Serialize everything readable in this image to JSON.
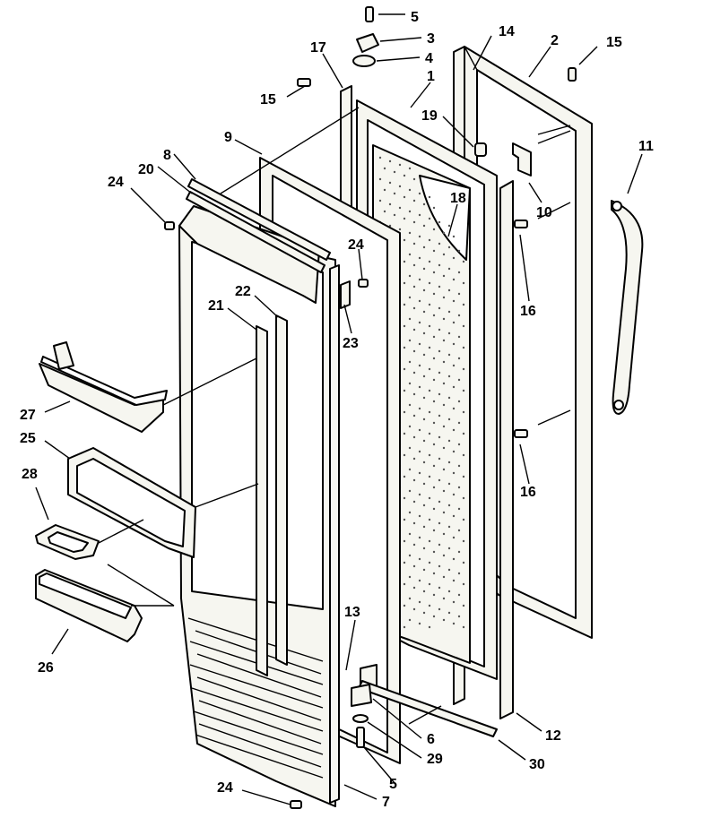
{
  "callouts": [
    {
      "id": "1",
      "text": "1"
    },
    {
      "id": "2",
      "text": "2"
    },
    {
      "id": "3",
      "text": "3"
    },
    {
      "id": "4",
      "text": "4"
    },
    {
      "id": "5a",
      "text": "5"
    },
    {
      "id": "5b",
      "text": "5"
    },
    {
      "id": "6",
      "text": "6"
    },
    {
      "id": "7",
      "text": "7"
    },
    {
      "id": "8",
      "text": "8"
    },
    {
      "id": "9",
      "text": "9"
    },
    {
      "id": "10",
      "text": "10"
    },
    {
      "id": "11",
      "text": "11"
    },
    {
      "id": "12",
      "text": "12"
    },
    {
      "id": "13",
      "text": "13"
    },
    {
      "id": "14",
      "text": "14"
    },
    {
      "id": "15a",
      "text": "15"
    },
    {
      "id": "15b",
      "text": "15"
    },
    {
      "id": "16a",
      "text": "16"
    },
    {
      "id": "16b",
      "text": "16"
    },
    {
      "id": "17",
      "text": "17"
    },
    {
      "id": "18",
      "text": "18"
    },
    {
      "id": "19",
      "text": "19"
    },
    {
      "id": "20",
      "text": "20"
    },
    {
      "id": "21",
      "text": "21"
    },
    {
      "id": "22",
      "text": "22"
    },
    {
      "id": "23",
      "text": "23"
    },
    {
      "id": "24a",
      "text": "24"
    },
    {
      "id": "24b",
      "text": "24"
    },
    {
      "id": "24c",
      "text": "24"
    },
    {
      "id": "25",
      "text": "25"
    },
    {
      "id": "26",
      "text": "26"
    },
    {
      "id": "27",
      "text": "27"
    },
    {
      "id": "28",
      "text": "28"
    },
    {
      "id": "29",
      "text": "29"
    },
    {
      "id": "30",
      "text": "30"
    }
  ]
}
